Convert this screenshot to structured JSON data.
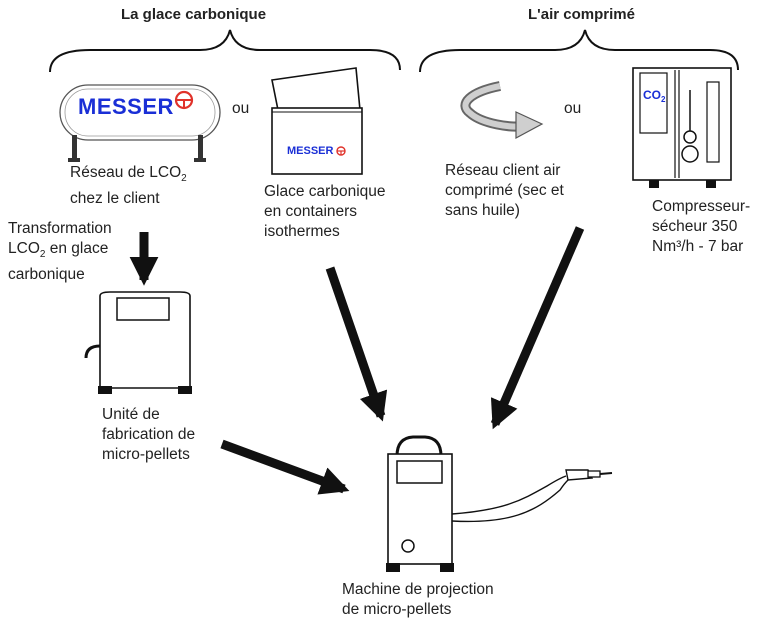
{
  "headers": {
    "dry_ice": "La glace carbonique",
    "compressed_air": "L'air comprimé"
  },
  "brand": {
    "name": "MESSER",
    "color": "#1a2fd6",
    "logo_color": "#e0322a"
  },
  "connectors": {
    "or_left": "ou",
    "or_right": "ou"
  },
  "co2_badge": {
    "text": "CO",
    "subscript": "2",
    "color": "#1a2fd6"
  },
  "labels": {
    "lco2_network": {
      "line1_pre": "Réseau de LCO",
      "line1_sub": "2",
      "line2": "chez le client"
    },
    "dry_ice_containers": {
      "line1": "Glace carbonique",
      "line2": "en containers",
      "line3": "isothermes"
    },
    "air_network": {
      "line1": "Réseau client air",
      "line2": "comprimé (sec et",
      "line3": "sans huile)"
    },
    "compressor": {
      "line1": "Compresseur-",
      "line2": "sécheur 350",
      "line3": "Nm³/h - 7 bar"
    },
    "transformation": {
      "line1": "Transformation",
      "line2_pre": "LCO",
      "line2_sub": "2",
      "line2_post": " en glace",
      "line3": "carbonique"
    },
    "pellet_unit": {
      "line1": "Unité de",
      "line2": "fabrication de",
      "line3": "micro-pellets"
    },
    "projection_machine": {
      "line1": "Machine de projection",
      "line2": "de micro-pellets"
    }
  }
}
